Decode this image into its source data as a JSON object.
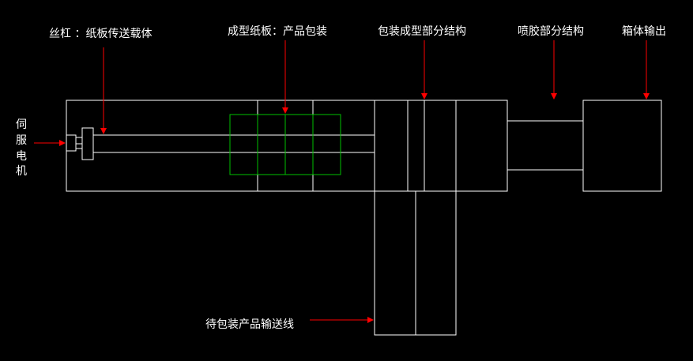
{
  "colors": {
    "background": "#000000",
    "line": "#ffffff",
    "plate": "#00c000",
    "arrow": "#ff0000",
    "text": "#ffffff"
  },
  "labels": {
    "lead_screw": "丝杠 ：纸板传送载体",
    "formed_board": "成型纸板：产品包装",
    "packing_forming": "包装成型部分结构",
    "glue_spray": "喷胶部分结构",
    "box_output": "箱体输出",
    "servo_motor": [
      "伺",
      "服",
      "电",
      "机"
    ],
    "conveyor": "待包装产品输送线"
  }
}
